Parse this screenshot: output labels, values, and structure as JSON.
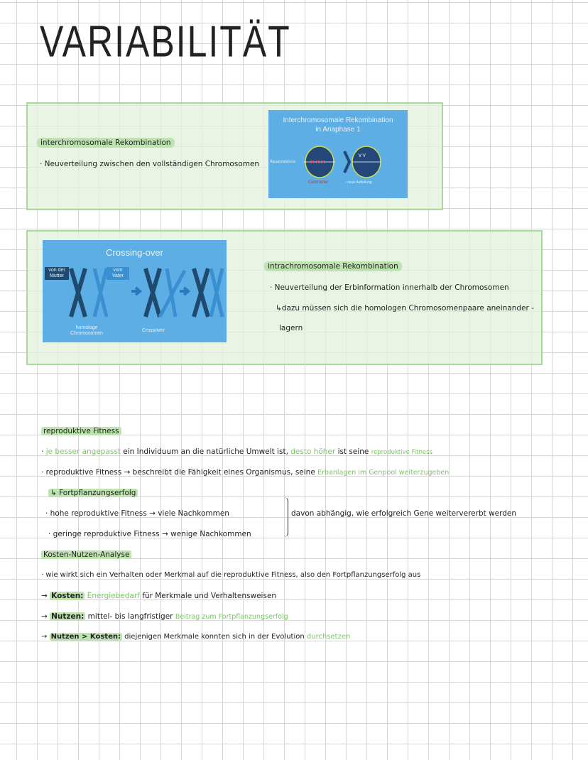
{
  "title": "VARIABILITÄT",
  "section1": {
    "heading": "interchromosomale Rekombination",
    "bullet": "· Neuverteilung zwischen den vollständigen Chromosomen",
    "figure": {
      "title_line1": "Interchromosomale Rekombination",
      "title_line2": "in Anaphase 1",
      "label_left": "Äquatorialebene",
      "label_centromer": "Centromer",
      "label_new": "neue Aufteilung"
    }
  },
  "section2": {
    "heading": "intrachromosomale Rekombination",
    "bullet": "· Neuverteilung der Erbinformation innerhalb der Chromosomen",
    "sub_line1": "↳dazu müssen sich die homologen Chromosomenpaare aneinander -",
    "sub_line2": "lagern",
    "figure": {
      "title": "Crossing-over",
      "label_mother": "von der Mutter",
      "label_father": "vom Vater",
      "label_homolog": "homologe Chromosomen",
      "label_crossover": "Crossover"
    }
  },
  "fitness": {
    "heading": "reproduktive Fitness",
    "l1": {
      "a": "· ",
      "b": "je besser angepasst",
      "c": " ein Individuum an die natürliche Umwelt ist, ",
      "d": "desto höher",
      "e": " ist seine ",
      "f": "reproduktive Fitness"
    },
    "l2": {
      "a": "· reproduktive Fitness → beschreibt die Fähigkeit eines Organismus, seine ",
      "b": "Erbanlagen im Genpool weiterzugeben"
    },
    "l3": "↳ Fortpflanzungserfolg",
    "l4": "· hohe reproduktive Fitness → viele Nachkommen",
    "l5": "· geringe reproduktive Fitness → wenige Nachkommen",
    "bracket_note": "davon abhängig, wie erfolgreich Gene weitervererbt werden"
  },
  "analysis": {
    "heading": "Kosten-Nutzen-Analyse",
    "l1": "· wie wirkt sich ein Verhalten oder Merkmal auf die reproduktive Fitness, also den Fortpflanzungserfolg aus",
    "l2": {
      "arrow": "→ ",
      "k": "Kosten:",
      "a": " ",
      "g": "Energiebedarf",
      "b": " für Merkmale und Verhaltensweisen"
    },
    "l3": {
      "arrow": "→ ",
      "k": "Nutzen:",
      "a": " mittel- bis langfristiger ",
      "g": "Beitrag zum Fortpflanzungserfolg"
    },
    "l4": {
      "arrow": "→ ",
      "k": "Nutzen > Kosten:",
      "a": " diejenigen Merkmale konnten sich in der Evolution ",
      "g": "durchsetzen"
    }
  },
  "colors": {
    "highlight": "#bfe3b0",
    "green_text": "#7cc46a",
    "figure_blue": "#5eaee6",
    "box_border": "#a9d99b"
  }
}
